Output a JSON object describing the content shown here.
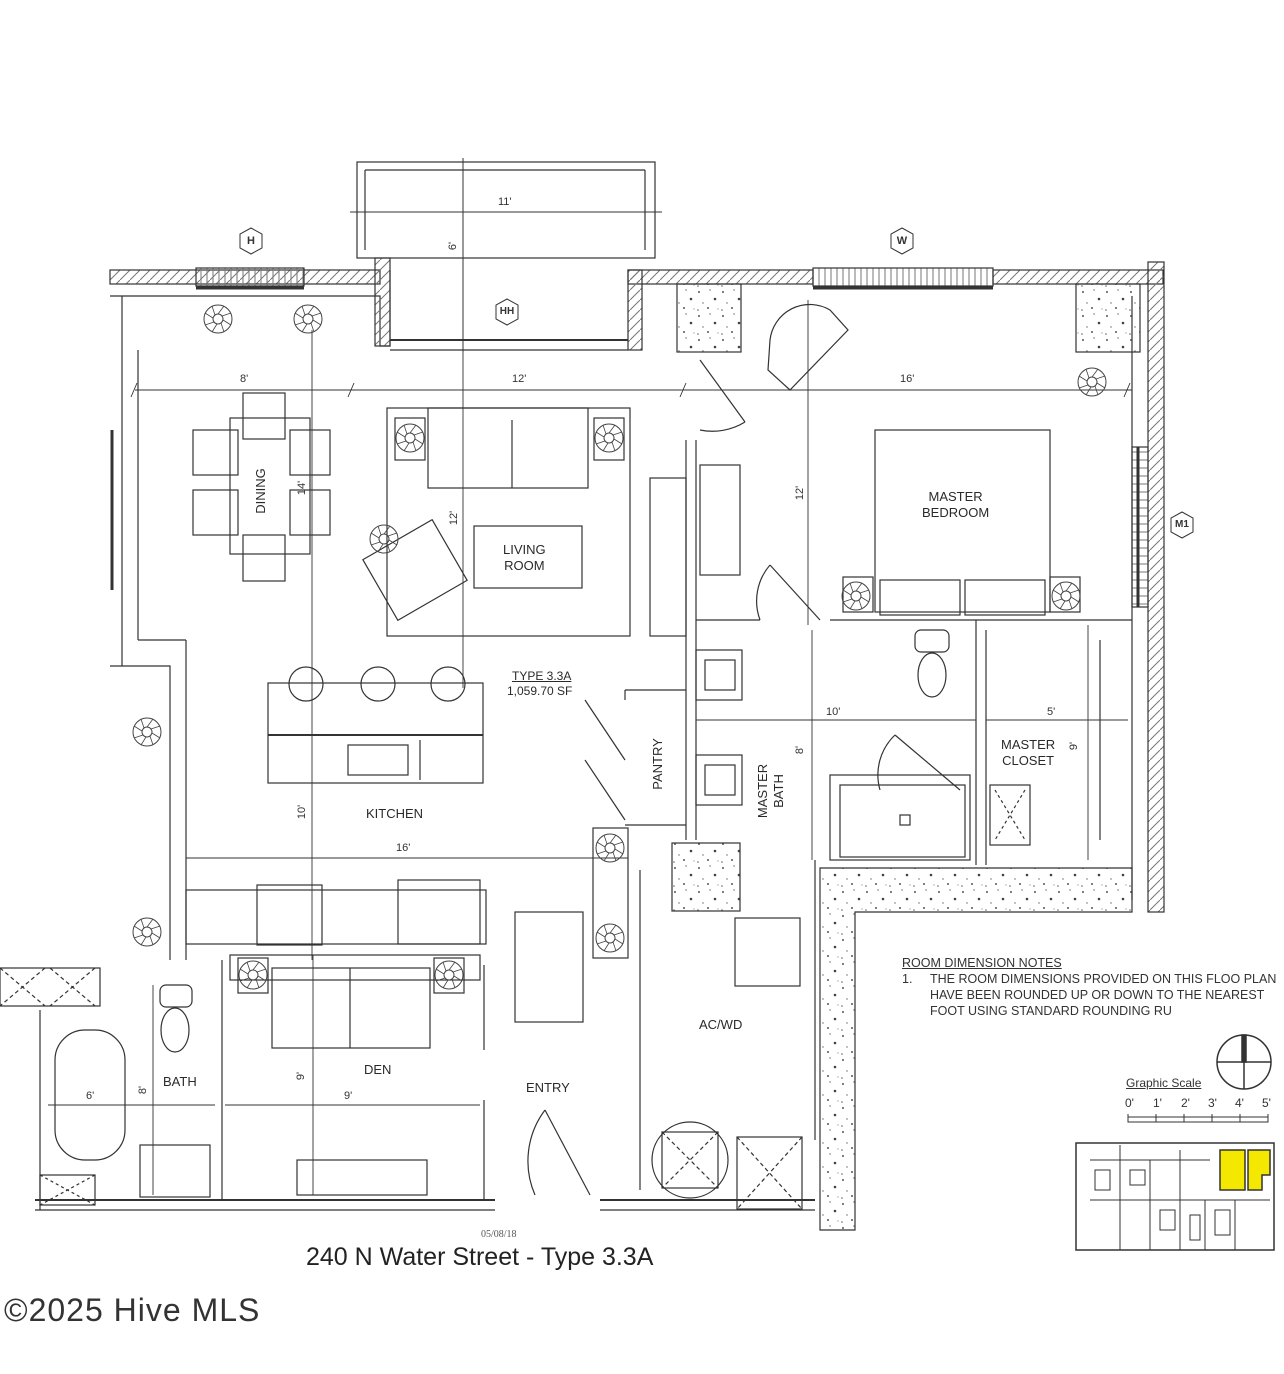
{
  "plan": {
    "title": "240 N Water Street - Type 3.3A",
    "date": "05/08/18",
    "unit_type": "TYPE 3.3A",
    "square_feet": "1,059.70 SF"
  },
  "rooms": {
    "dining": "DINING",
    "living": "LIVING\nROOM",
    "living_line1": "LIVING",
    "living_line2": "ROOM",
    "master_bedroom_line1": "MASTER",
    "master_bedroom_line2": "BEDROOM",
    "kitchen": "KITCHEN",
    "pantry": "PANTRY",
    "master_bath_line1": "MASTER",
    "master_bath_line2": "BATH",
    "master_closet_line1": "MASTER",
    "master_closet_line2": "CLOSET",
    "bath": "BATH",
    "den": "DEN",
    "entry": "ENTRY",
    "acwd": "AC/WD"
  },
  "dimensions": {
    "balcony_width": "11'",
    "balcony_depth": "6'",
    "dining_width": "8'",
    "living_width": "12'",
    "bedroom_width": "16'",
    "dining_depth": "14'",
    "living_depth": "12'",
    "bedroom_depth": "12'",
    "kitchen_depth": "10'",
    "kitchen_width": "16'",
    "master_bath_width": "10'",
    "master_bath_depth": "8'",
    "closet_width": "5'",
    "closet_depth": "9'",
    "bath_width": "6'",
    "bath_depth": "8'",
    "den_width": "9'",
    "den_depth": "9'"
  },
  "markers": {
    "h": "H",
    "hh": "HH",
    "w": "W",
    "m1": "M1"
  },
  "notes": {
    "heading": "ROOM DIMENSION NOTES",
    "items": [
      {
        "num": "1.",
        "text": "THE ROOM DIMENSIONS PROVIDED ON THIS FLOO PLAN HAVE BEEN ROUNDED UP OR DOWN TO THE NEAREST FOOT USING STANDARD ROUNDING RU"
      }
    ]
  },
  "scale": {
    "title": "Graphic Scale",
    "ticks": [
      "0'",
      "1'",
      "2'",
      "3'",
      "4'",
      "5'"
    ]
  },
  "keyplan": {
    "highlight_color": "#f5e800"
  },
  "footer": {
    "copyright": "©2025 Hive MLS"
  },
  "colors": {
    "line": "#333333",
    "hatch": "#888888",
    "concrete_dot": "#555555"
  }
}
